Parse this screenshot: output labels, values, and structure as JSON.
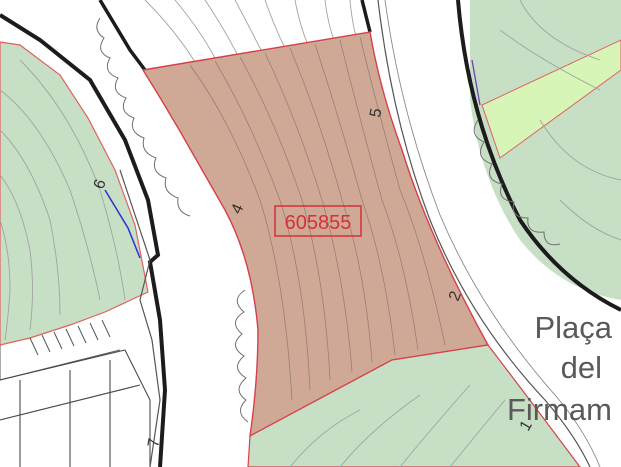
{
  "parcel": {
    "id": "605855",
    "fill_color": "#cfa995",
    "outline_color": "#d6404a"
  },
  "street_name": {
    "lines": [
      "Plaça",
      "del",
      "Firmam"
    ]
  },
  "house_numbers": {
    "n6": "6",
    "n4": "4",
    "n5": "5",
    "n2": "2",
    "n7": "7",
    "n1": "1"
  },
  "colors": {
    "green_area": "#c7dfc4",
    "light_green": "#d7f5b6",
    "building_outline": "#1c1c1c",
    "contour": "#9a9a9a",
    "label_text": "#5a5a5a"
  }
}
